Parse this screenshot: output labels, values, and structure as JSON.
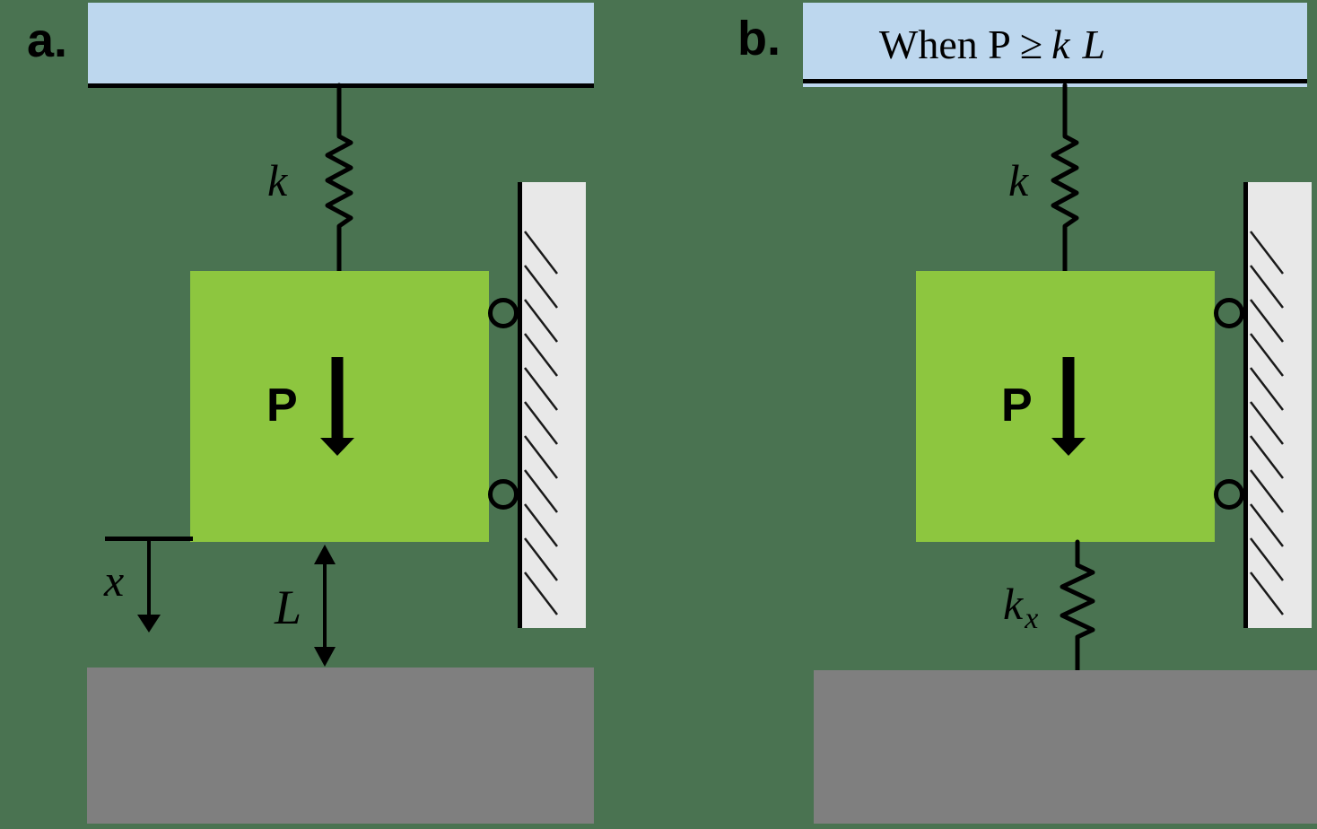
{
  "figure": {
    "background_color": "#4a7351",
    "colors": {
      "ceiling": "#bdd7ee",
      "block": "#8dc63f",
      "wall": "#e8e8e8",
      "ground": "#7f7f7f",
      "line": "#000000"
    },
    "panel_a": {
      "label": "a.",
      "spring": {
        "label": "k"
      },
      "block": {
        "force_label": "P"
      },
      "displacement": {
        "label": "x"
      },
      "gap": {
        "label": "L"
      }
    },
    "panel_b": {
      "label": "b.",
      "ceiling_caption": {
        "prefix": "When P",
        "operator": "≥",
        "k": "k",
        "L": "L"
      },
      "spring": {
        "label": "k"
      },
      "block": {
        "force_label": "P"
      },
      "bottom_spring": {
        "label": "k",
        "subscript": "x"
      }
    }
  }
}
